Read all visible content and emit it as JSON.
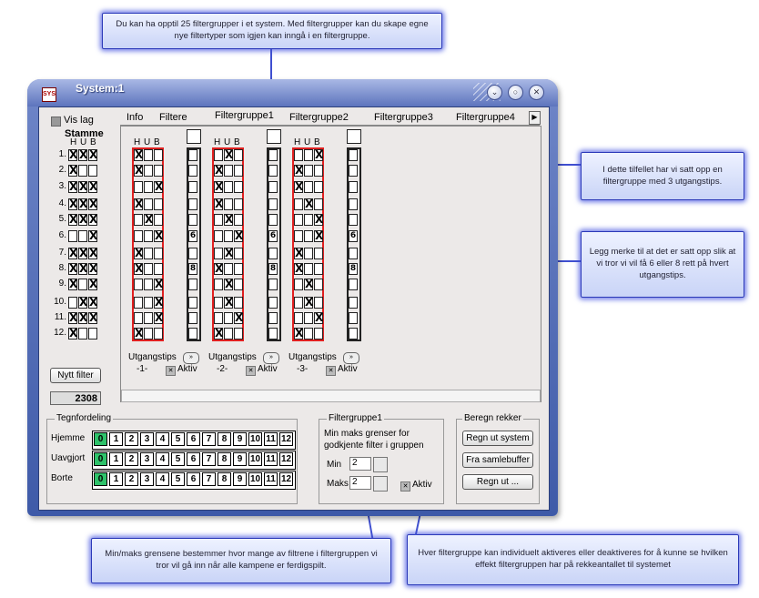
{
  "callouts": {
    "top": "Du kan ha opptil 25 filtergrupper i et system. Med filtergrupper kan du skape egne nye filtertyper som igjen kan inngå i en filtergruppe.",
    "right1": "I dette tilfellet har vi satt opp en filtergruppe med 3 utgangstips.",
    "right2": "Legg merke til at det er satt opp slik at vi tror vi vil få 6 eller 8 rett på hvert utgangstips.",
    "bottom1": "Min/maks grensene bestemmer hvor mange av filtrene i filtergruppen vi tror vil gå inn når alle kampene er ferdigspilt.",
    "bottom2": "Hver filtergruppe kan individuelt aktiveres eller deaktiveres for å kunne se hvilken effekt filtergruppen har på rekkeantallet til systemet"
  },
  "window": {
    "title": "System:1",
    "icon_text": "SYS"
  },
  "left": {
    "vis_lag": "Vis lag",
    "stamme": "Stamme",
    "hub": [
      "H",
      "U",
      "B"
    ],
    "nytt_filter": "Nytt filter",
    "count": "2308",
    "rows": [
      "1.",
      "2.",
      "3.",
      "4.",
      "5.",
      "6.",
      "7.",
      "8.",
      "9.",
      "10.",
      "11.",
      "12."
    ]
  },
  "tabs": [
    "Info",
    "Filtere",
    "Filtergruppe1",
    "Filtergruppe2",
    "Filtergruppe3",
    "Filtergruppe4"
  ],
  "grid_hub": [
    "H",
    "U",
    "B"
  ],
  "groups": [
    {
      "label": "Utgangstips",
      "num": "-1-",
      "aktiv": "Aktiv",
      "markers": {
        "6": "6",
        "8": "8"
      }
    },
    {
      "label": "Utgangstips",
      "num": "-2-",
      "aktiv": "Aktiv",
      "markers": {
        "6": "6",
        "8": "8"
      }
    },
    {
      "label": "Utgangstips",
      "num": "-3-",
      "aktiv": "Aktiv",
      "markers": {
        "6": "6",
        "8": "8"
      }
    }
  ],
  "stamme_marks": [
    "HUB",
    "H",
    "HUB",
    "HUB",
    "HUB",
    "B",
    "HUB",
    "HUB",
    "HB",
    "UB",
    "HUB",
    "H"
  ],
  "group_marks": [
    [
      "H",
      "H",
      "B",
      "H",
      "U",
      "B",
      "H",
      "H",
      "B",
      "B",
      "B",
      "H"
    ],
    [
      "U",
      "H",
      "H",
      "H",
      "U",
      "B",
      "U",
      "H",
      "U",
      "U",
      "B",
      "H"
    ],
    [
      "B",
      "H",
      "H",
      "U",
      "B",
      "B",
      "H",
      "H",
      "U",
      "U",
      "B",
      "H"
    ]
  ],
  "tegnfordeling": {
    "legend": "Tegnfordeling",
    "rows": [
      "Hjemme",
      "Uavgjort",
      "Borte"
    ],
    "nums": [
      "0",
      "1",
      "2",
      "3",
      "4",
      "5",
      "6",
      "7",
      "8",
      "9",
      "10",
      "11",
      "12"
    ]
  },
  "filtergruppe": {
    "legend": "Filtergruppe1",
    "desc1": "Min maks grenser for",
    "desc2": "godkjente filter i gruppen",
    "min_label": "Min",
    "min_val": "2",
    "maks_label": "Maks",
    "maks_val": "2",
    "aktiv": "Aktiv"
  },
  "beregn": {
    "legend": "Beregn rekker",
    "b1": "Regn ut system",
    "b2": "Fra samlebuffer",
    "b3": "Regn ut ..."
  },
  "colors": {
    "accent_green": "#2ec26a",
    "grid_red": "#e02020",
    "callout_border": "#2b39b8"
  }
}
